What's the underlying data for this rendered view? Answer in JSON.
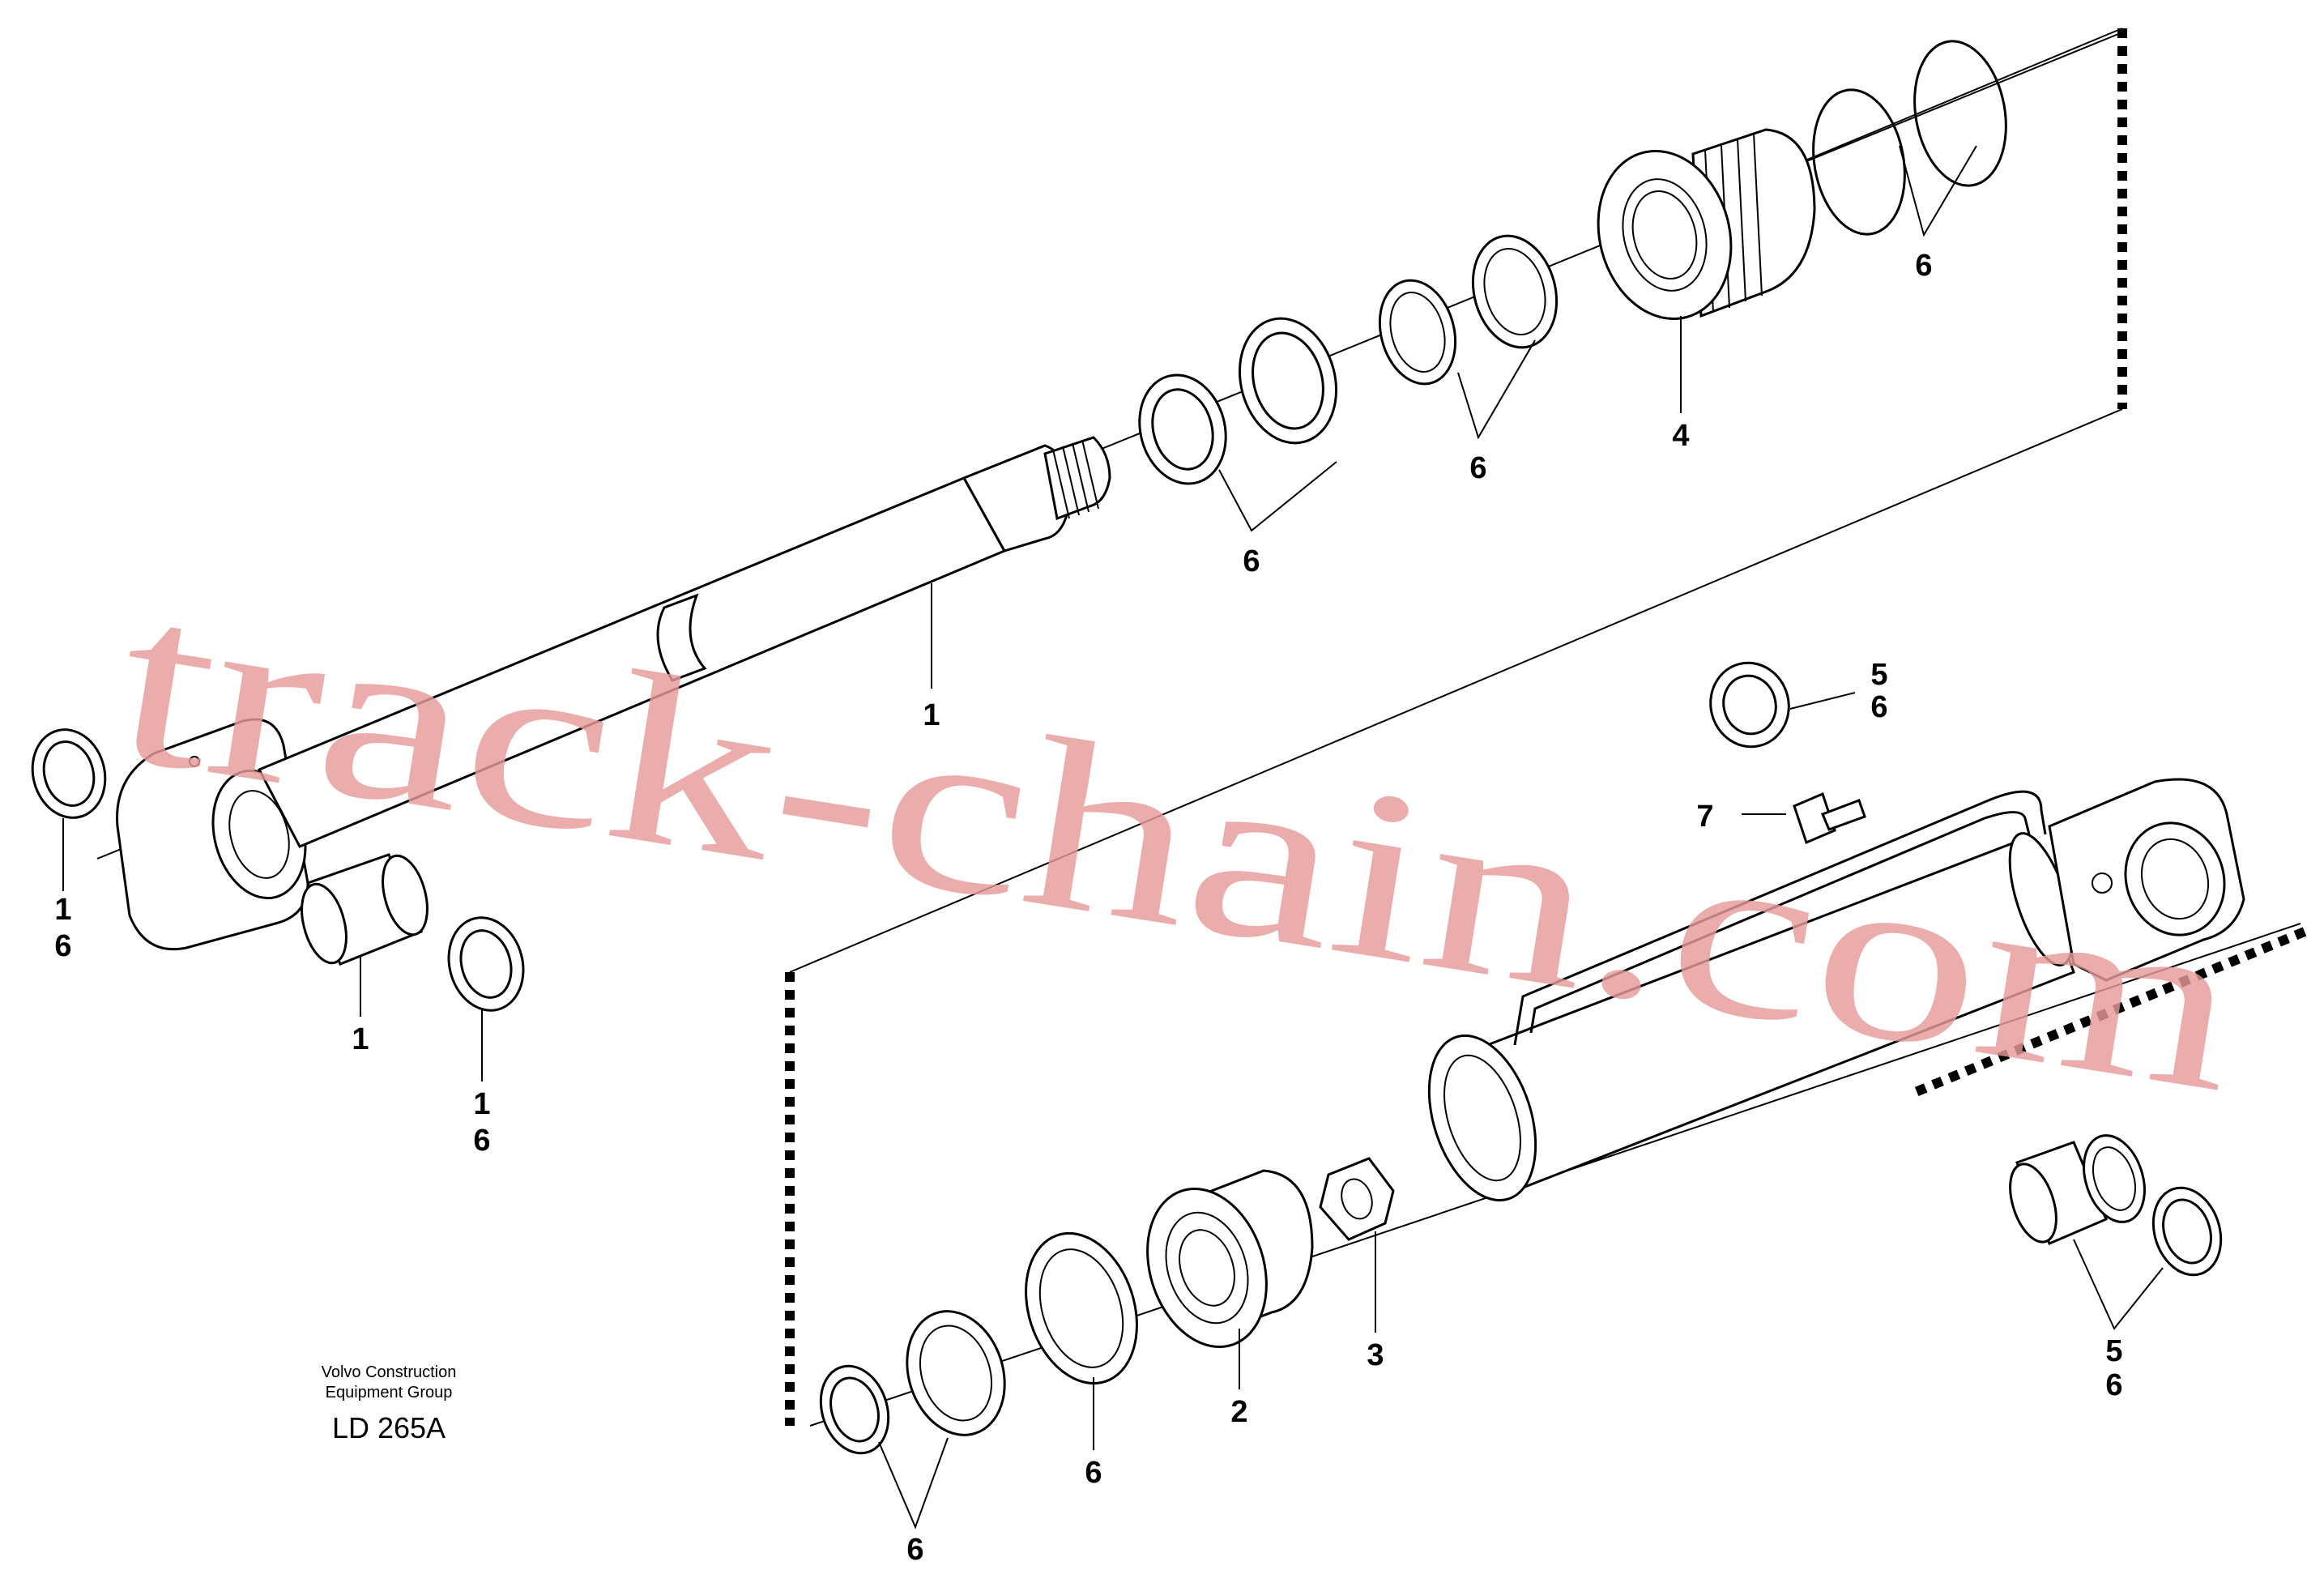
{
  "callouts": {
    "c1": "1",
    "c2": "1",
    "c2b": "6",
    "c3": "1",
    "c4": "1",
    "c4b": "6",
    "c5": "6",
    "c6": "6",
    "c7": "4",
    "c8": "6",
    "c9": "5",
    "c9b": "6",
    "c10": "7",
    "c11": "2",
    "c12": "3",
    "c13": "6",
    "c14": "6",
    "c15": "5",
    "c15b": "6"
  },
  "caption": {
    "line1": "Volvo Construction",
    "line2": "Equipment Group",
    "code": "LD 265A"
  },
  "watermark": {
    "text": "track-chain.com"
  }
}
